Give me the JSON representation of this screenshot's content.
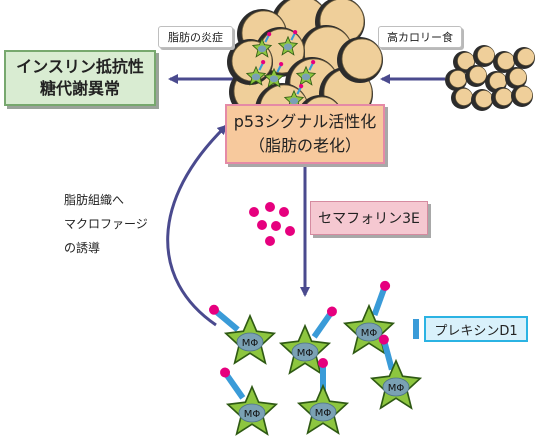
{
  "labels": {
    "fat_inflammation": "脂肪の炎症",
    "high_calorie_diet": "高カロリー食",
    "insulin_resistance": "インスリン抵抗性\n糖代謝異常",
    "p53_activation": "p53シグナル活性化\n（脂肪の老化）",
    "semaphorin": "セマフォリン3E",
    "plexin": "プレキシンD1",
    "macrophage_induction": "脂肪組織へ\nマクロファージ\nの誘導",
    "macrophage_mark": "MΦ"
  },
  "colors": {
    "arrow": "#4a4a8e",
    "insulin_box_fill": "#d9ecd2",
    "insulin_box_border": "#77a86e",
    "p53_box_fill": "#f7c99d",
    "p53_box_border": "#e58aa6",
    "semaphorin_fill": "#f5c8d1",
    "plexin_fill": "#d9f1fb",
    "plexin_border": "#2bb3e3",
    "cell_fill": "#efcf9a",
    "cell_shadow": "#2c2c2c",
    "macrophage_fill": "#8dc63f",
    "macrophage_nucleus": "#7aa1b4",
    "ligand": "#e6007e",
    "receptor": "#3a9bd8"
  }
}
